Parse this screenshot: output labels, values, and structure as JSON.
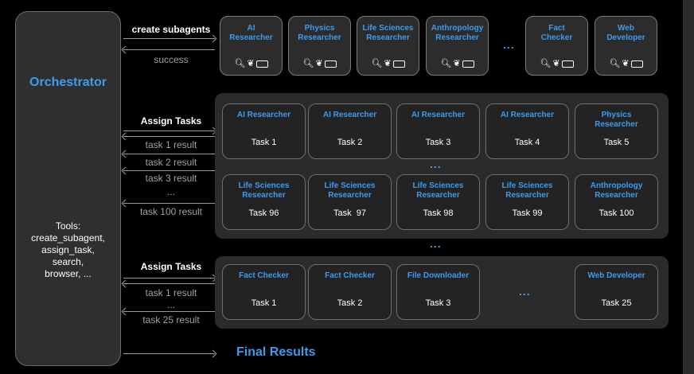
{
  "orchestrator": {
    "title": "Orchestrator",
    "tools": "Tools:\ncreate_subagent,\nassign_task,\nsearch,\nbrowser, ..."
  },
  "create": {
    "label": "create subagents",
    "return_label": "success"
  },
  "subagents": [
    "AI\nResearcher",
    "Physics\nResearcher",
    "Life Sciences\nResearcher",
    "Anthropology\nResearcher",
    "Fact\nChecker",
    "Web\nDeveloper"
  ],
  "ellipsis": "...",
  "subagent_icons": [
    "search-icon",
    "python-icon",
    "browser-window-icon"
  ],
  "group1": {
    "assign_label": "Assign Tasks",
    "results": [
      "task 1 result",
      "task 2 result",
      "task 3 result",
      "...",
      "task 100 result"
    ],
    "row1": [
      {
        "name": "AI Researcher",
        "task": "Task 1"
      },
      {
        "name": "AI Researcher",
        "task": "Task 2"
      },
      {
        "name": "AI Researcher",
        "task": "Task 3"
      },
      {
        "name": "AI Researcher",
        "task": "Task 4"
      },
      {
        "name": "Physics\nResearcher",
        "task": "Task 5"
      }
    ],
    "row2": [
      {
        "name": "Life Sciences\nResearcher",
        "task": "Task 96"
      },
      {
        "name": "Life Sciences\nResearcher",
        "task": "Task  97"
      },
      {
        "name": "Life Sciences\nResearcher",
        "task": "Task 98"
      },
      {
        "name": "Life Sciences\nResearcher",
        "task": "Task 99"
      },
      {
        "name": "Anthropology\nResearcher",
        "task": "Task 100"
      }
    ]
  },
  "group2": {
    "assign_label": "Assign Tasks",
    "results": [
      "task 1 result",
      "...",
      "task 25 result"
    ],
    "cards": [
      {
        "name": "Fact Checker",
        "task": "Task 1"
      },
      {
        "name": "Fact Checker",
        "task": "Task 2"
      },
      {
        "name": "File Downloader",
        "task": "Task 3"
      },
      {
        "name": "Web Developer",
        "task": "Task 25"
      }
    ]
  },
  "final": "Final Results",
  "colors": {
    "accent": "#3d9bf0",
    "panel": "#2b2b2b",
    "card": "#2c2c2c",
    "background": "#000000"
  }
}
